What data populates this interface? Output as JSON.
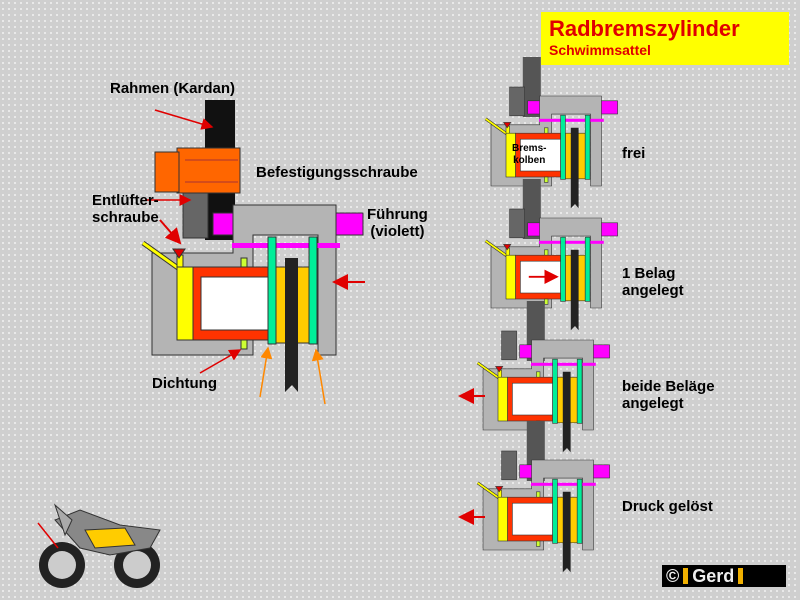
{
  "header": {
    "title": "Radbremszylinder",
    "subtitle": "Schwimmsattel"
  },
  "labels": {
    "frame": "Rahmen (Kardan)",
    "bolt": "Befestigungsschraube",
    "bleeder_1": "Entlüfter-",
    "bleeder_2": "schraube",
    "guide_1": "Führung",
    "guide_2": "(violett)",
    "seal": "Dichtung",
    "piston_1": "Brems-",
    "piston_2": "kolben"
  },
  "states": [
    {
      "line1": "frei",
      "line2": ""
    },
    {
      "line1": "1 Belag",
      "line2": "angelegt"
    },
    {
      "line1": "beide Beläge",
      "line2": "angelegt"
    },
    {
      "line1": "Druck gelöst",
      "line2": ""
    }
  ],
  "logo": {
    "symbol": "©",
    "text": "Gerd"
  },
  "colors": {
    "body": "#b4b4b4",
    "piston": "#ff3300",
    "pad_plate": "#00ee99",
    "pad": "#ffcc00",
    "guide": "#ff00ff",
    "disc": "#222222",
    "title_bg": "#ffff00",
    "title_text": "#e00000"
  }
}
